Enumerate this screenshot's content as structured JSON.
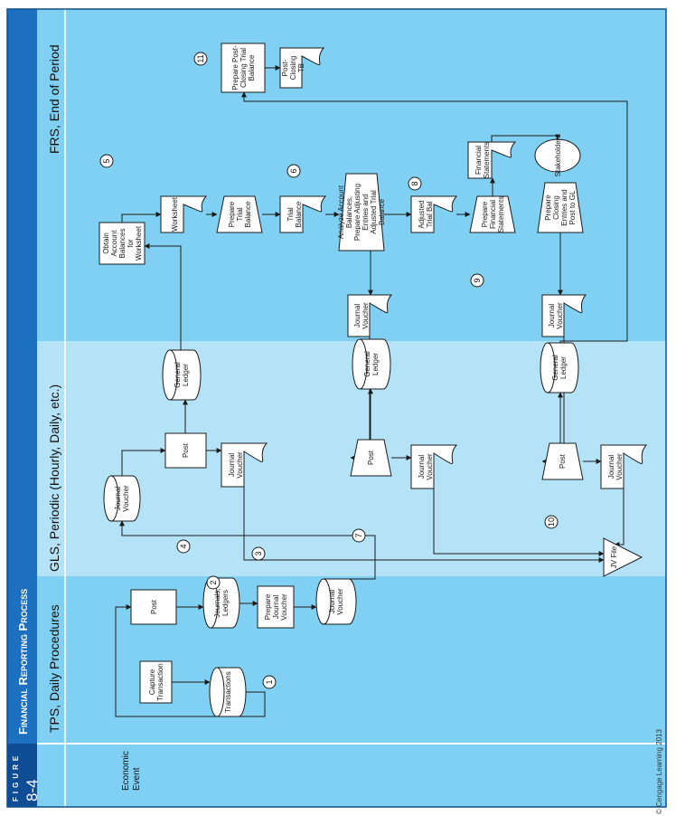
{
  "figure": {
    "label": "FIGURE",
    "number": "8-4",
    "title": "Financial Reporting Process"
  },
  "lanes": [
    {
      "id": "tps",
      "title": "TPS, Daily Procedures",
      "color": "#7fd0f3"
    },
    {
      "id": "gls",
      "title": "GLS, Periodic (Hourly, Daily, etc.)",
      "color": "#b4e3f8"
    },
    {
      "id": "frs",
      "title": "FRS, End of Period",
      "color": "#7fd0f3"
    }
  ],
  "event_label": "Economic\nEvent",
  "nodes": [
    {
      "id": "capture-transaction",
      "shape": "process",
      "label": "Capture\nTransaction"
    },
    {
      "id": "transactions",
      "shape": "disk",
      "label": "Transactions"
    },
    {
      "id": "post-tps",
      "shape": "process",
      "label": "Post"
    },
    {
      "id": "journals-ledgers",
      "shape": "disk",
      "label": "Journals,\nLedgers"
    },
    {
      "id": "prepare-journal-voucher",
      "shape": "process",
      "label": "Prepare\nJournal\nVoucher"
    },
    {
      "id": "journal-voucher-tps",
      "shape": "disk",
      "label": "Journal\nVoucher"
    },
    {
      "id": "journal-voucher-file-1",
      "shape": "disk",
      "label": "Journal\nVoucher"
    },
    {
      "id": "post-gls-1",
      "shape": "process",
      "label": "Post"
    },
    {
      "id": "general-ledger-1",
      "shape": "disk",
      "label": "General\nLedger"
    },
    {
      "id": "journal-voucher-doc-1",
      "shape": "document",
      "label": "Journal\nVoucher"
    },
    {
      "id": "general-ledger-2",
      "shape": "disk",
      "label": "General\nLedger"
    },
    {
      "id": "post-gls-2",
      "shape": "manual",
      "label": "Post"
    },
    {
      "id": "journal-voucher-doc-2",
      "shape": "document",
      "label": "Journal\nVoucher"
    },
    {
      "id": "general-ledger-3",
      "shape": "disk",
      "label": "General\nLedger"
    },
    {
      "id": "post-gls-3",
      "shape": "manual",
      "label": "Post"
    },
    {
      "id": "journal-voucher-doc-3",
      "shape": "document",
      "label": "Journal\nVoucher"
    },
    {
      "id": "jv-file",
      "shape": "offline",
      "label": "JV File"
    },
    {
      "id": "obtain-balances",
      "shape": "process",
      "label": "Obtain Account\nBalances for\nWorksheet"
    },
    {
      "id": "worksheet",
      "shape": "document",
      "label": "Worksheet"
    },
    {
      "id": "prepare-trial-balance",
      "shape": "manual",
      "label": "Prepare\nTrial\nBalance"
    },
    {
      "id": "trial-balance",
      "shape": "document",
      "label": "Trial\nBalance"
    },
    {
      "id": "analyze-balances",
      "shape": "manual",
      "label": "Analyze Account\nBalances,\nPrepare Adjusting\nEntries and\nAdjusted Trial\nBalance"
    },
    {
      "id": "journal-voucher-frs-1",
      "shape": "document",
      "label": "Journal\nVoucher"
    },
    {
      "id": "adjusted-trial-bal",
      "shape": "document",
      "label": "Adjusted\nTrial Bal"
    },
    {
      "id": "prepare-financial-statements",
      "shape": "manual",
      "label": "Prepare\nFinancial\nStatements"
    },
    {
      "id": "financial-statements",
      "shape": "document",
      "label": "Financial\nStatements"
    },
    {
      "id": "stakeholders",
      "shape": "terminator",
      "label": "Stakeholders"
    },
    {
      "id": "prepare-closing",
      "shape": "manual",
      "label": "Prepare\nClosing\nEntries and\nPost to GL"
    },
    {
      "id": "journal-voucher-frs-2",
      "shape": "document",
      "label": "Journal\nVoucher"
    },
    {
      "id": "prepare-post-closing",
      "shape": "process",
      "label": "Prepare Post-\nClosing Trial\nBalance"
    },
    {
      "id": "post-closing-tb",
      "shape": "document",
      "label": "Post-\nClosing\nTB"
    }
  ],
  "steps": [
    "1",
    "2",
    "3",
    "4",
    "5",
    "6",
    "7",
    "8",
    "9",
    "10",
    "11"
  ],
  "copyright": "© Cengage Learning 2013"
}
